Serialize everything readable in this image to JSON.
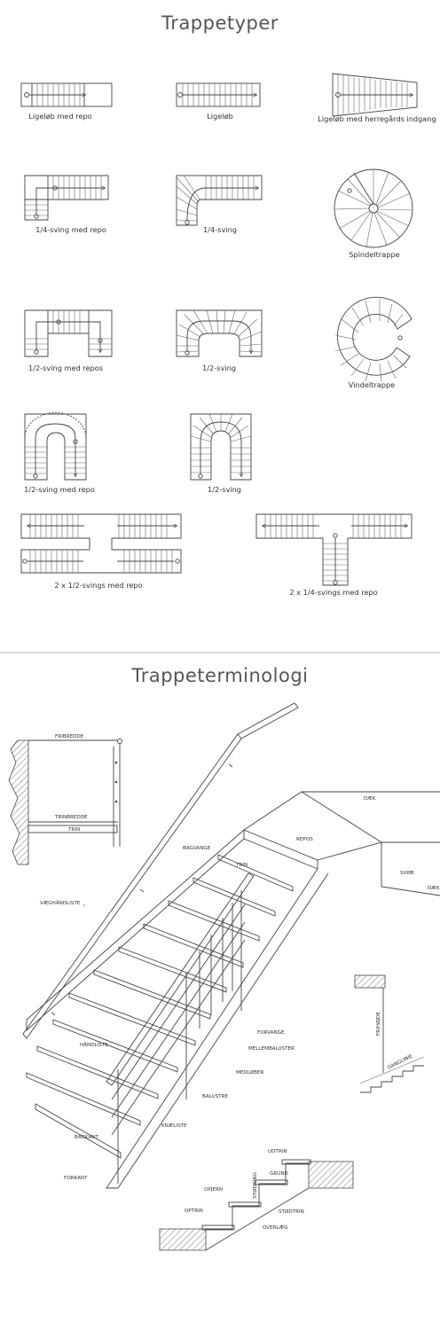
{
  "section_types": {
    "title": "Trappetyper",
    "captions": {
      "ligelob_med_repo": "Ligeløb med repo",
      "ligelob": "Ligeløb",
      "ligelob_herregard": "Ligeløb med herregårds indgang",
      "kvart_sving_med_repo": "1/4-sving med repo",
      "kvart_sving": "1/4-sving",
      "spindeltrappe": "Spindeltrappe",
      "halv_sving_med_repos": "1/2-sving med repos",
      "halv_sving_a": "1/2-sving",
      "vindeltrappe": "Vindeltrappe",
      "halv_sving_med_repo": "1/2-sving med repo",
      "halv_sving_b": "1/2-sving",
      "to_halv_svings": "2 x 1/2-svings med repo",
      "to_kvart_svings": "2 x 1/4-svings med repo"
    }
  },
  "section_terminology": {
    "title": "Trappeterminologi",
    "labels": {
      "fribredde": "FRIBREDDE",
      "trinbredde": "TRINBREDDE",
      "trin_small": "TRIN",
      "vaeghandliste": "VÆGHÅNDLISTE",
      "baegvange": "BAGVANGE",
      "trin": "TRIN",
      "repos": "REPOS",
      "daek": "DÆK",
      "svob": "SVØB",
      "daek_edge": "DÆK",
      "handliste": "HÅNDLISTE",
      "forvange": "FORVANGE",
      "mellembaluster": "MELLEMBALUSTER",
      "medlober": "MEDLØBER",
      "balustre": "BALUSTRE",
      "knaeliste": "KNÆLISTE",
      "bagkant": "BAGKANT",
      "forkant": "FORKANT",
      "frihojde": "FRIHØJDE",
      "ganglinie": "GANGLINIE",
      "udtrin": "UDTRIN",
      "grund": "GRUND",
      "opjern": "OPJERN",
      "stodning": "STØDNING",
      "optrin": "OPTRIN",
      "stodtrin": "STØDTRIN",
      "overlaeg": "OVERLÆG"
    }
  }
}
